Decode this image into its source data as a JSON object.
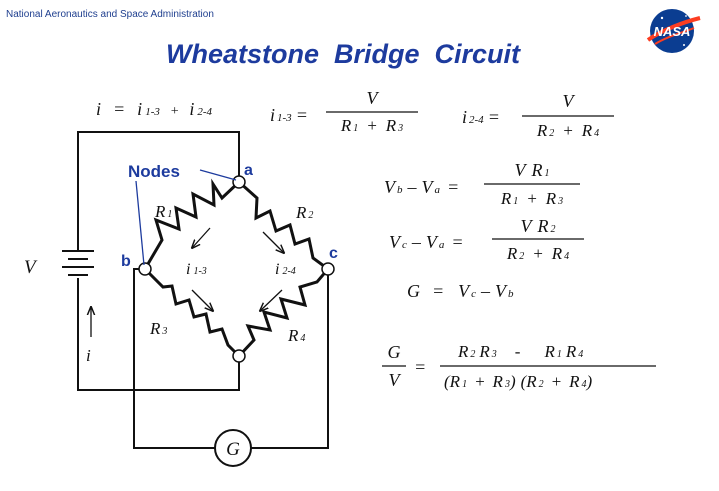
{
  "header": {
    "agency": "National Aeronautics and Space Administration",
    "logo_text": "NASA",
    "title": "Wheatstone  Bridge  Circuit"
  },
  "colors": {
    "title_blue": "#1d3b9e",
    "logo_blue": "#0b3d91",
    "logo_red": "#fc3d21"
  },
  "circuit": {
    "nodes_label": "Nodes",
    "node_a": "a",
    "node_b": "b",
    "node_c": "c",
    "battery_label": "V",
    "current_label": "i",
    "galvanometer_label": "G",
    "resistors": [
      {
        "base": "R",
        "sub": "1"
      },
      {
        "base": "R",
        "sub": "2"
      },
      {
        "base": "R",
        "sub": "3"
      },
      {
        "base": "R",
        "sub": "4"
      }
    ],
    "branch_currents": [
      {
        "base": "i",
        "sub": "1-3"
      },
      {
        "base": "i",
        "sub": "2-4"
      }
    ]
  },
  "equations": {
    "current_sum": {
      "lhs": "i",
      "eq": "=",
      "t1": "i",
      "t1_sub": "1-3",
      "plus": "+",
      "t2": "i",
      "t2_sub": "2-4"
    },
    "i13": {
      "lhs": "i",
      "lhs_sub": "1-3",
      "eq": "=",
      "num": "V",
      "r1": "R",
      "r1_sub": "1",
      "plus": "+",
      "r2": "R",
      "r2_sub": "3"
    },
    "i24": {
      "lhs": "i",
      "lhs_sub": "2-4",
      "eq": "=",
      "num": "V",
      "r1": "R",
      "r1_sub": "2",
      "plus": "+",
      "r2": "R",
      "r2_sub": "4"
    },
    "vba": {
      "v1": "V",
      "v1_sub": "b",
      "minus": "–",
      "v2": "V",
      "v2_sub": "a",
      "eq": "=",
      "num_v": "V",
      "num_r": "R",
      "num_sub": "1",
      "r1": "R",
      "r1_sub": "1",
      "plus": "+",
      "r2": "R",
      "r2_sub": "3"
    },
    "vca": {
      "v1": "V",
      "v1_sub": "c",
      "minus": "–",
      "v2": "V",
      "v2_sub": "a",
      "eq": "=",
      "num_v": "V",
      "num_r": "R",
      "num_sub": "2",
      "r1": "R",
      "r1_sub": "2",
      "plus": "+",
      "r2": "R",
      "r2_sub": "4"
    },
    "g": {
      "lhs": "G",
      "eq": "=",
      "v1": "V",
      "v1_sub": "c",
      "minus": "–",
      "v2": "V",
      "v2_sub": "b"
    },
    "gv": {
      "lhs_num": "G",
      "lhs_den": "V",
      "eq": "=",
      "n1a": "R",
      "n1a_sub": "2",
      "n1b": "R",
      "n1b_sub": "3",
      "minus": "-",
      "n2a": "R",
      "n2a_sub": "1",
      "n2b": "R",
      "n2b_sub": "4",
      "d_open1": "(",
      "d1a": "R",
      "d1a_sub": "1",
      "plus1": "+",
      "d1b": "R",
      "d1b_sub": "3",
      "d_close1": ")",
      "d_open2": "(",
      "d2a": "R",
      "d2a_sub": "2",
      "plus2": "+",
      "d2b": "R",
      "d2b_sub": "4",
      "d_close2": ")"
    }
  }
}
